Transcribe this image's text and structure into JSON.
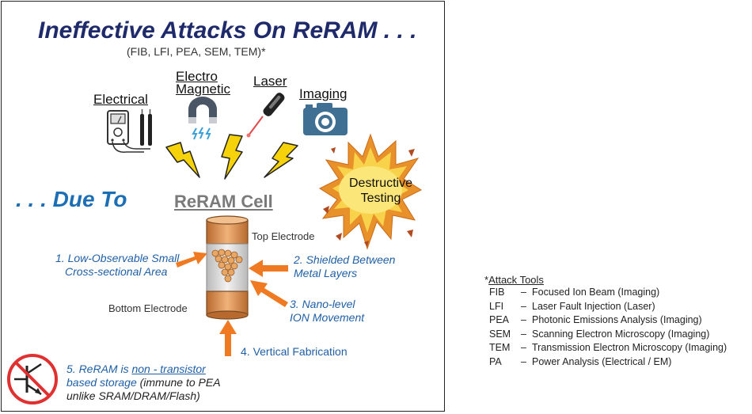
{
  "title": "Ineffective Attacks On ReRAM . . .",
  "subtitle": "(FIB, LFI, PEA, SEM, TEM)*",
  "attack_categories": [
    "Electrical",
    "Electro",
    "Magnetic",
    "Laser",
    "Imaging"
  ],
  "due_to": ". . . Due To",
  "cell": {
    "title": "ReRAM Cell",
    "top_electrode": "Top Electrode",
    "bottom_electrode": "Bottom Electrode"
  },
  "destructive": {
    "line1": "Destructive",
    "line2": "Testing"
  },
  "reasons": {
    "r1": {
      "line1": "1. Low-Observable Small",
      "line2": "Cross-sectional Area"
    },
    "r2": {
      "line1": "2. Shielded Between",
      "line2": "Metal Layers"
    },
    "r3": {
      "line1": "3. Nano-level",
      "line2": "ION Movement"
    },
    "r4": "4. Vertical Fabrication",
    "r5": {
      "prefix": "5. ReRAM is ",
      "emph": "non - transistor",
      "line2_a": "based storage ",
      "line2_b": "(immune to PEA",
      "line3": "unlike SRAM/DRAM/Flash)"
    }
  },
  "legend": {
    "star": "*",
    "title": "Attack Tools",
    "items": [
      {
        "abbr": "FIB",
        "sep": "–",
        "desc": "Focused Ion Beam (Imaging)"
      },
      {
        "abbr": "LFI",
        "sep": "–",
        "desc": "Laser Fault Injection (Laser)"
      },
      {
        "abbr": "PEA",
        "sep": "–",
        "desc": "Photonic Emissions Analysis (Imaging)"
      },
      {
        "abbr": "SEM",
        "sep": "–",
        "desc": "Scanning Electron Microscopy (Imaging)"
      },
      {
        "abbr": "TEM",
        "sep": "–",
        "desc": "Transmission Electron Microscopy (Imaging)"
      },
      {
        "abbr": "PA",
        "sep": "–",
        "desc": "Power Analysis (Electrical / EM)"
      }
    ]
  },
  "colors": {
    "title": "#1f2a6b",
    "due_to": "#1d6fb5",
    "reason_text": "#1f5fa6",
    "arrow": "#f07a22",
    "bolt": "#f5d20a",
    "electrode": "#d98a45",
    "blast": "#f4b43a"
  },
  "icons": [
    "multimeter-icon",
    "magnet-icon",
    "laser-pointer-icon",
    "camera-icon",
    "lightning-bolt-icon",
    "no-transistor-icon"
  ]
}
